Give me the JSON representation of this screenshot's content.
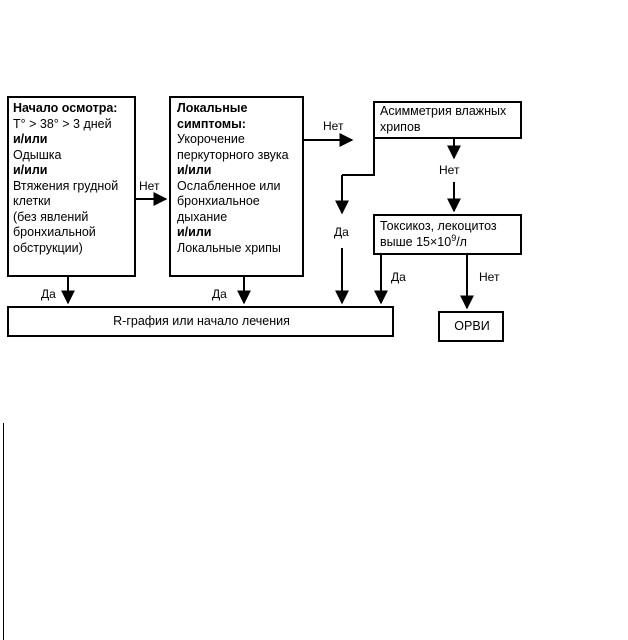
{
  "boxes": {
    "start": {
      "title": "Начало осмотра:",
      "lines": [
        {
          "text": "T° > 38° > 3 дней",
          "bold": false
        },
        {
          "text": "и/или",
          "bold": true
        },
        {
          "text": "Одышка",
          "bold": false
        },
        {
          "text": "и/или",
          "bold": true
        },
        {
          "text": "Втяжения грудной",
          "bold": false
        },
        {
          "text": "клетки",
          "bold": false
        },
        {
          "text": "(без явлений",
          "bold": false
        },
        {
          "text": "бронхиальной",
          "bold": false
        },
        {
          "text": "обструкции)",
          "bold": false
        }
      ]
    },
    "local": {
      "title": "Локальные",
      "lines": [
        {
          "text": "симптомы:",
          "bold": true
        },
        {
          "text": "Укорочение",
          "bold": false
        },
        {
          "text": "перкуторного звука",
          "bold": false
        },
        {
          "text": "и/или",
          "bold": true
        },
        {
          "text": "Ослабленное или",
          "bold": false
        },
        {
          "text": "бронхиальное",
          "bold": false
        },
        {
          "text": "дыхание",
          "bold": false
        },
        {
          "text": "и/или",
          "bold": true
        },
        {
          "text": "Локальные хрипы",
          "bold": false
        }
      ]
    },
    "asym": {
      "lines": [
        "Асимметрия влажных",
        "хрипов"
      ]
    },
    "tox": {
      "line1": "Токсикоз, лекоцитоз",
      "line2_prefix": "выше 15×10",
      "line2_sup": "9",
      "line2_suffix": "/л"
    },
    "xray": {
      "text": "R-графия или начало лечения"
    },
    "orvi": {
      "text": "ОРВИ"
    }
  },
  "labels": {
    "start_no": "Нет",
    "start_yes": "Да",
    "local_no": "Нет",
    "local_yes": "Да",
    "asym_no": "Нет",
    "asym_yes": "Да",
    "tox_yes": "Да",
    "tox_no": "Нет"
  }
}
